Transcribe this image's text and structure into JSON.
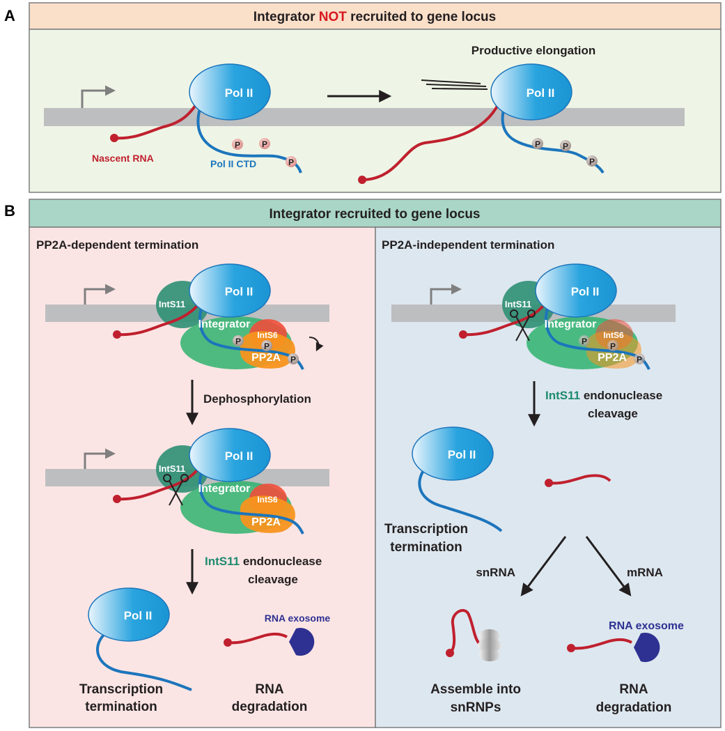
{
  "panel_a": {
    "letter": "A",
    "header_prefix": "Integrator ",
    "header_highlight": "NOT",
    "header_suffix": " recruited to gene locus",
    "productive_elongation": "Productive elongation",
    "pol2": "Pol II",
    "nascent_rna": "Nascent RNA",
    "pol2_ctd": "Pol II CTD",
    "phospho": "P"
  },
  "panel_b": {
    "letter": "B",
    "header": "Integrator recruited to gene locus",
    "left": {
      "title": "PP2A-dependent termination",
      "pol2": "Pol II",
      "ints11": "IntS11",
      "integrator": "Integrator",
      "ints6": "IntS6",
      "pp2a": "PP2A",
      "phospho": "P",
      "step1": "Dephosphorylation",
      "step2_highlight": "IntS11",
      "step2_line1_rest": " endonuclease",
      "step2_line2": "cleavage",
      "rna_exosome": "RNA exosome",
      "result1_line1": "Transcription",
      "result1_line2": "termination",
      "result2_line1": "RNA",
      "result2_line2": "degradation"
    },
    "right": {
      "title": "PP2A-independent termination",
      "pol2": "Pol II",
      "ints11": "IntS11",
      "integrator": "Integrator",
      "ints6": "IntS6",
      "pp2a": "PP2A",
      "phospho": "P",
      "step1_highlight": "IntS11",
      "step1_line1_rest": " endonuclease",
      "step1_line2": "cleavage",
      "result1_line1": "Transcription",
      "result1_line2": "termination",
      "branch_left": "snRNA",
      "branch_right": "mRNA",
      "rna_exosome": "RNA exosome",
      "out1_line1": "Assemble into",
      "out1_line2": "snRNPs",
      "out2_line1": "RNA",
      "out2_line2": "degradation"
    }
  },
  "colors": {
    "panel_a_header_bg": "#fadfc9",
    "panel_a_bg": "#eef5e6",
    "panel_b_header_bg": "#a9d6c6",
    "left_bg": "#fbe5e4",
    "right_bg": "#dde7ef",
    "pol2": "#2aa4df",
    "rna": "#c0202e",
    "ctd": "#1c75bc",
    "ints11": "#2e8f73",
    "integrator": "#2fb36e",
    "ints6": "#ef4e3a",
    "pp2a": "#f7941d",
    "exosome": "#2e3192",
    "highlight_red": "#d7191f",
    "highlight_teal": "#1e8a70",
    "dna": "#bdbec0"
  }
}
